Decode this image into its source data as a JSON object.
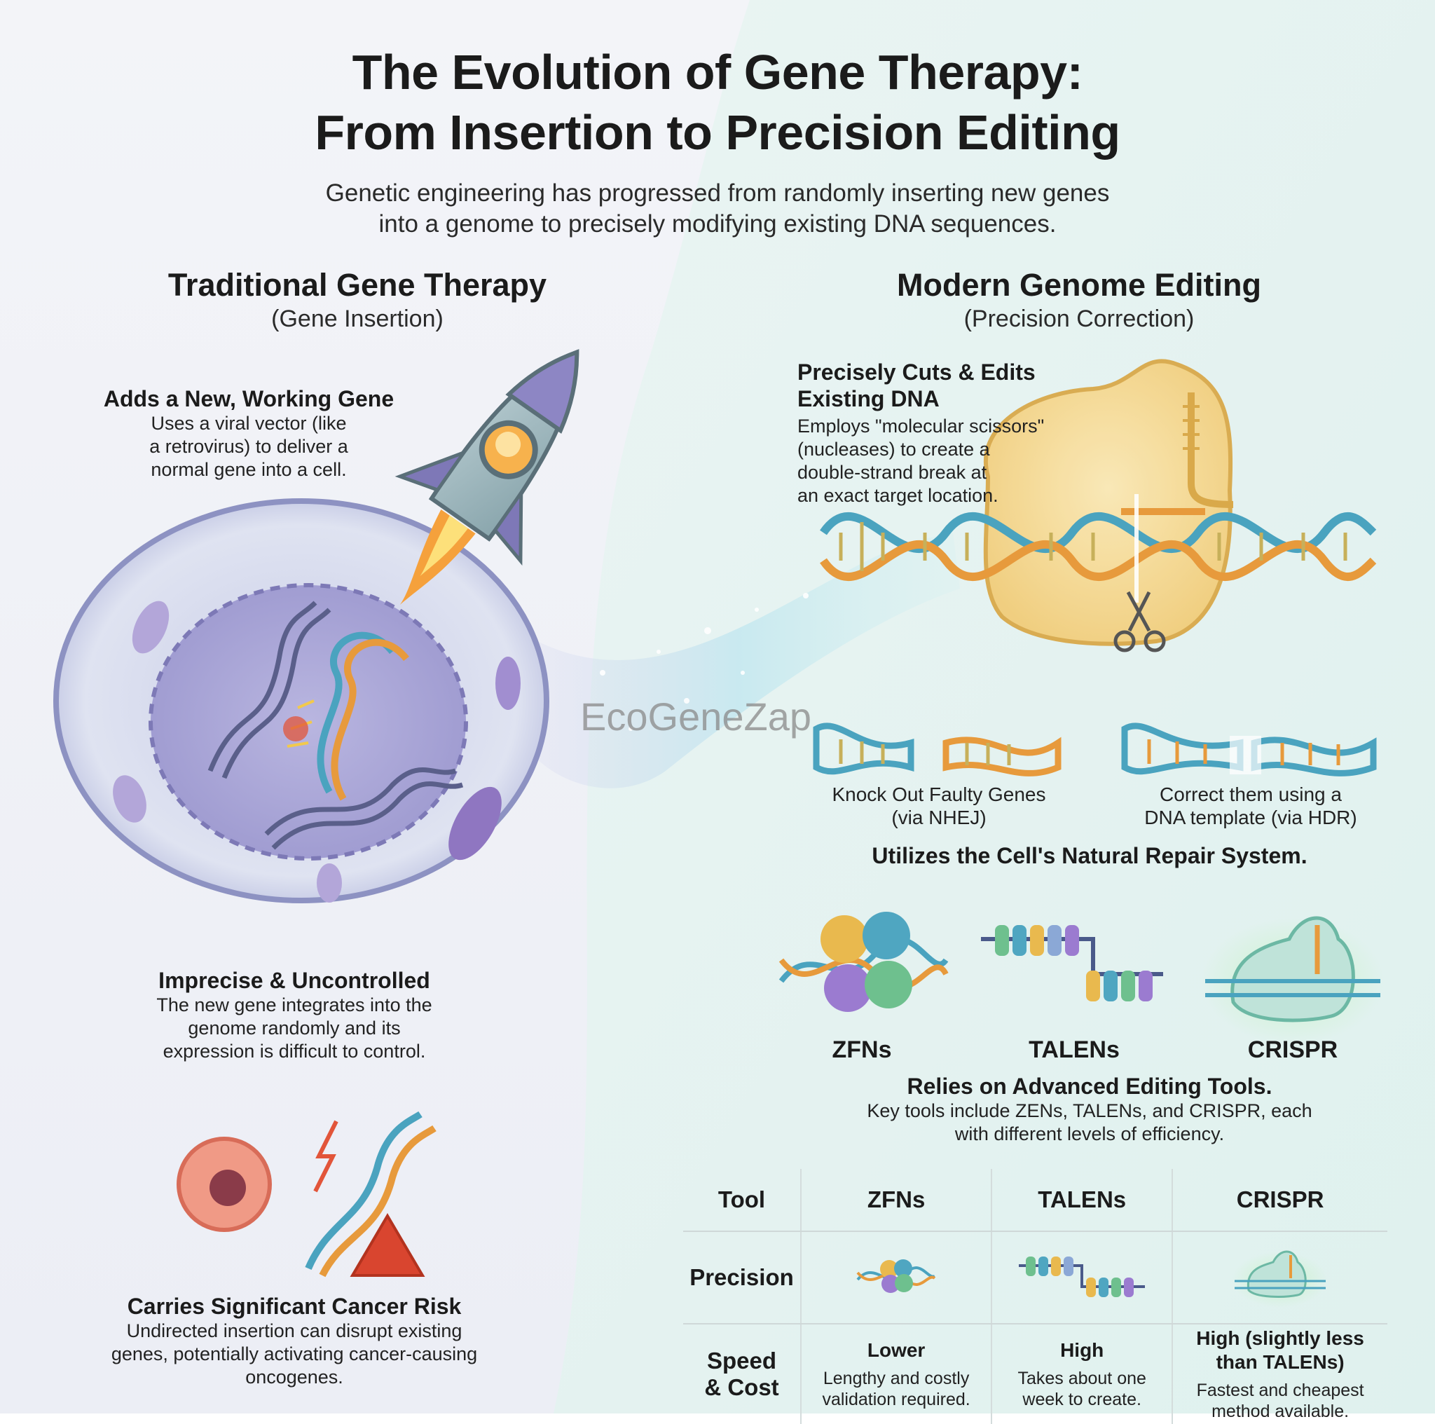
{
  "title": {
    "line1": "The Evolution of Gene Therapy:",
    "line2": "From Insertion to Precision Editing"
  },
  "subtitle": {
    "line1": "Genetic engineering has progressed from randomly inserting new genes",
    "line2": "into a genome to precisely modifying existing DNA sequences."
  },
  "watermark": "EcoGeneZap",
  "traditional": {
    "heading": "Traditional Gene Therapy",
    "subheading": "(Gene Insertion)",
    "adds": {
      "heading": "Adds a New, Working Gene",
      "lines": [
        "Uses a viral vector (like",
        "a retrovirus) to deliver a",
        "normal gene into a cell."
      ]
    },
    "imprecise": {
      "heading": "Imprecise & Uncontrolled",
      "lines": [
        "The new gene integrates into the",
        "genome randomly and its",
        "expression is difficult to control."
      ]
    },
    "cancer": {
      "heading": "Carries Significant Cancer Risk",
      "lines": [
        "Undirected insertion can disrupt existing",
        "genes, potentially activating cancer-causing",
        "oncogenes."
      ]
    }
  },
  "modern": {
    "heading": "Modern Genome Editing",
    "subheading": "(Precision Correction)",
    "cuts": {
      "heading_lines": [
        "Precisely Cuts & Edits",
        "Existing DNA"
      ],
      "lines": [
        "Employs \"molecular scissors\"",
        "(nucleases) to create a",
        "double-strand break at",
        "an exact target location."
      ]
    },
    "knockout": {
      "lines": [
        "Knock Out Faulty Genes",
        "(via NHEJ)"
      ]
    },
    "correct": {
      "lines": [
        "Correct them using a",
        "DNA template (via HDR)"
      ]
    },
    "repair_heading": "Utilizes the Cell's Natural Repair System.",
    "tools": [
      "ZFNs",
      "TALENs",
      "CRISPR"
    ],
    "tools_heading": "Relies on Advanced Editing Tools.",
    "tools_desc": [
      "Key tools include ZENs, TALENs, and CRISPR, each",
      "with different levels of efficiency."
    ]
  },
  "table": {
    "header": [
      "Tool",
      "ZFNs",
      "TALENs",
      "CRISPR"
    ],
    "precision_label": "Precision",
    "speed_label_lines": [
      "Speed",
      "& Cost"
    ],
    "speed": [
      {
        "value_lines": [
          "Lower"
        ],
        "desc_lines": [
          "Lengthy and costly",
          "validation required."
        ]
      },
      {
        "value_lines": [
          "High"
        ],
        "desc_lines": [
          "Takes about one",
          "week to create."
        ]
      },
      {
        "value_lines": [
          "High (slightly less",
          "than TALENs)"
        ],
        "desc_lines": [
          "Fastest and cheapest",
          "method available."
        ]
      }
    ]
  },
  "colors": {
    "left_bg": "#eef0f6",
    "right_bg": "#e4f3f1",
    "dna_blue": "#4aa3bf",
    "dna_orange": "#e79a3c",
    "rocket_purple": "#6f6aa8",
    "warning_red": "#d9452f"
  }
}
